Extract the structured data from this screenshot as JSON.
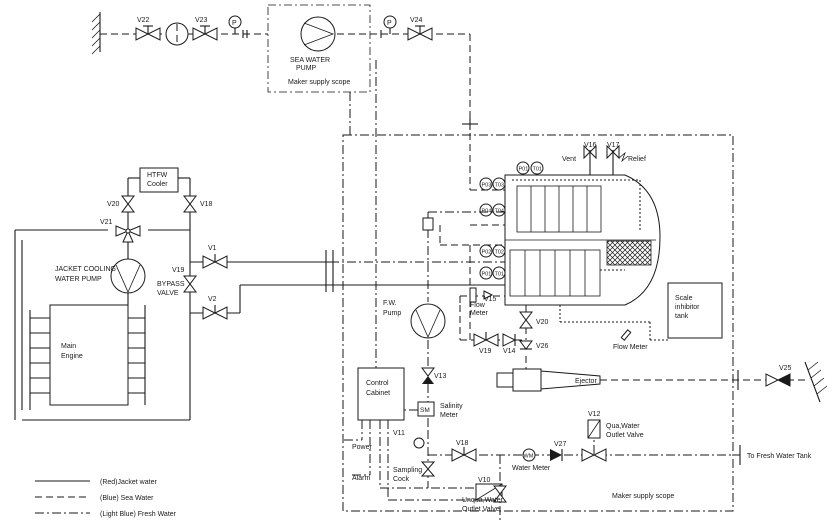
{
  "labels": {
    "sea_water_pump": [
      "SEA WATER",
      "PUMP"
    ],
    "maker_scope_top": "Maker supply scope",
    "maker_scope_main": "Maker supply scope",
    "jacket_pump": [
      "JACKET COOLING",
      "WATER  PUMP"
    ],
    "htfw_cooler": [
      "HTFW",
      "Cooler"
    ],
    "bypass_valve": [
      "BYPASS",
      "VALVE"
    ],
    "main_engine": [
      "Main",
      "Engine"
    ],
    "fw_pump": [
      "F.W.",
      "Pump"
    ],
    "control_cabinet": [
      "Control",
      "Cabinet"
    ],
    "salinity_meter": [
      "Salinity",
      "Meter"
    ],
    "sm": "SM",
    "power": "Power",
    "alarm": "Alarm",
    "sampling_cock": [
      "Sampling",
      "Cock"
    ],
    "ejector": "Ejector",
    "flow_meter_left": [
      "Flow",
      "Meter"
    ],
    "flow_meter_right": "Flow Meter",
    "scale_tank": [
      "Scale",
      "inhibitor",
      "tank"
    ],
    "qua_valve": [
      "Qua,Water",
      "Outlet Valve"
    ],
    "unqua_valve": [
      "Unqua,Water",
      "Outlet Valve"
    ],
    "water_meter": "Water Meter",
    "wm": "WM",
    "to_fresh_tank": "To Fresh Water Tank",
    "vent": "Vent",
    "relief": "Relief",
    "p": "P",
    "gauges": [
      "P01",
      "T01",
      "P03",
      "T03",
      "P04",
      "T04",
      "P02",
      "T02",
      "P01",
      "T01"
    ]
  },
  "valves": {
    "v22": "V22",
    "v23": "V23",
    "v24": "V24",
    "v16": "V16",
    "v17": "V17",
    "v20a": "V20",
    "v18a": "V18",
    "v21": "V21",
    "v1": "V1",
    "v19a": "V19",
    "v2": "V2",
    "v15": "V15",
    "v20b": "V20",
    "v19b": "V19",
    "v14": "V14",
    "v26": "V26",
    "v13": "V13",
    "v25": "V25",
    "v12": "V12",
    "v11": "V11",
    "v18b": "V18",
    "v27": "V27",
    "v10": "V10"
  },
  "legend": [
    {
      "style": "solid",
      "text": "(Red)Jacket water"
    },
    {
      "style": "dashed",
      "text": "(Blue) Sea Water"
    },
    {
      "style": "dashdot",
      "text": "(Light Blue) Fresh Water"
    }
  ]
}
